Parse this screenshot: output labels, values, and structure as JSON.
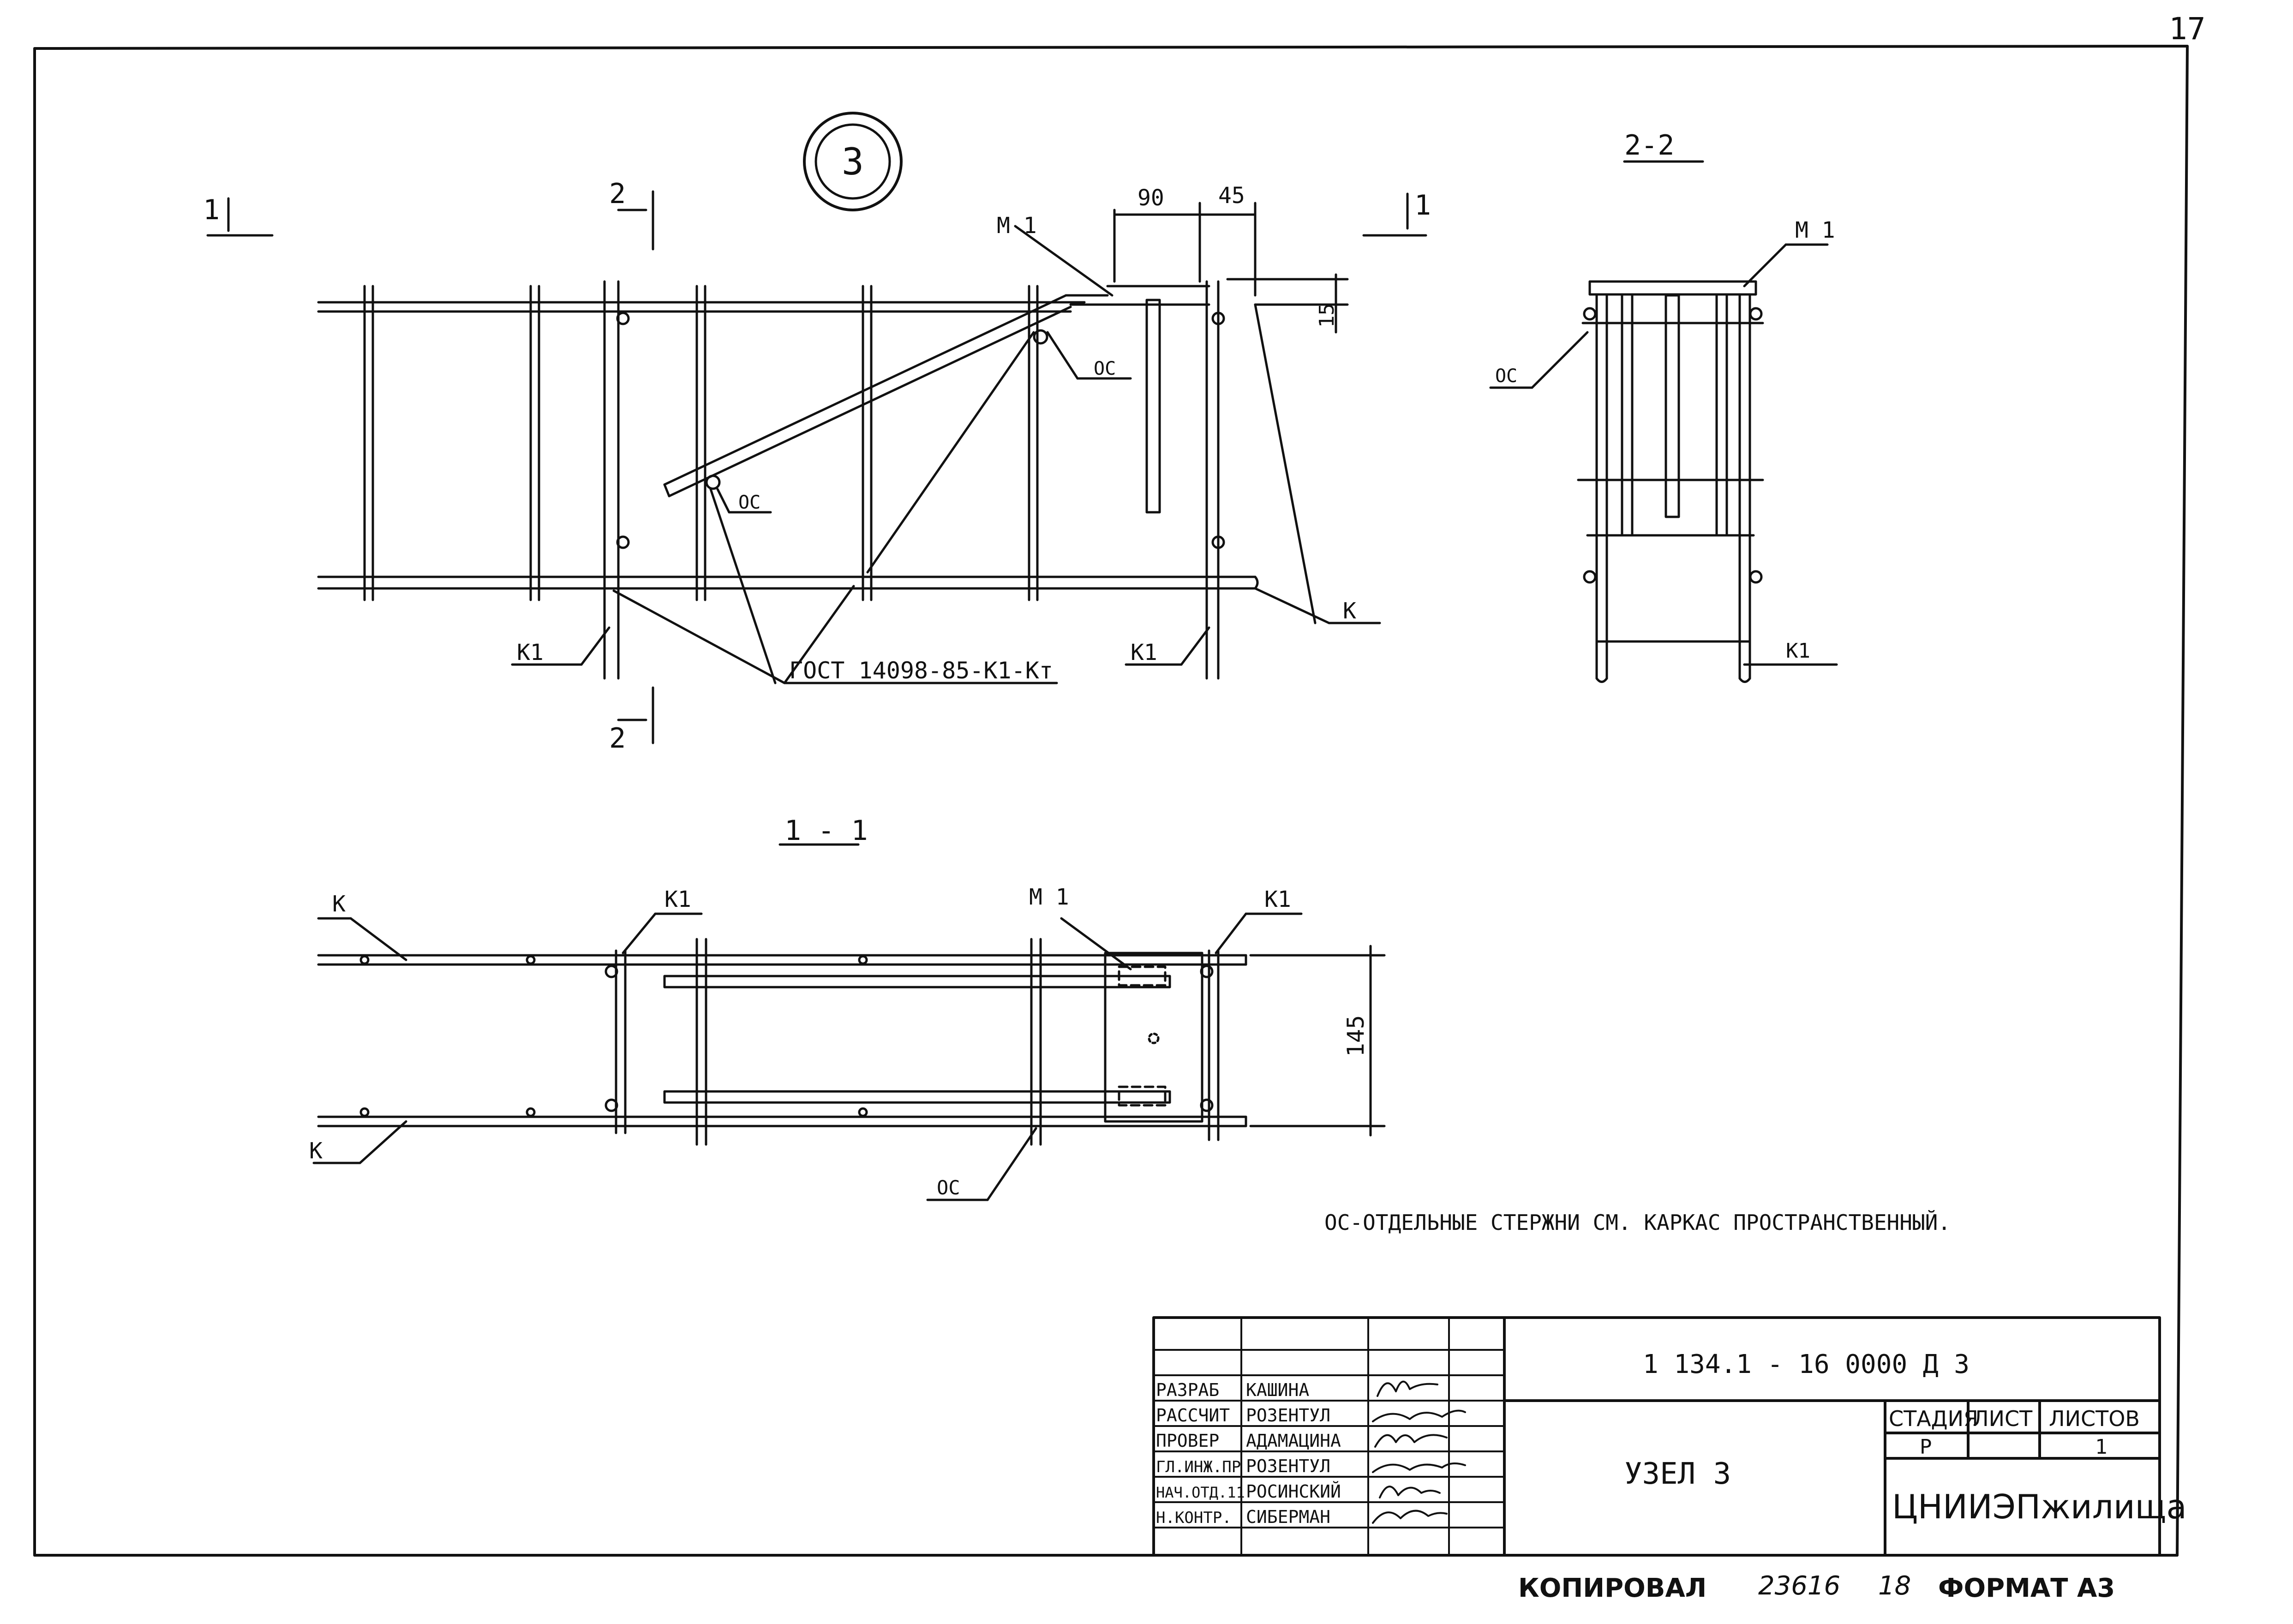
{
  "sheet": {
    "page_number": "17",
    "node_number": "3",
    "document_code": "1 134.1 - 16 0000 Д 3",
    "title": "УЗЕЛ 3",
    "organization": "ЦНИИЭПжилища",
    "stage_header": "СТАДИЯ",
    "sheet_header": "ЛИСТ",
    "sheets_header": "ЛИСТОВ",
    "stage_value": "Р",
    "sheets_value": "1",
    "copied": "КОПИРОВАЛ",
    "copy_number": "23616",
    "copy_sheet": "18",
    "format": "ФОРМАТ А3"
  },
  "signatures": [
    {
      "role": "РАЗРАБ",
      "name": "КАШИНА"
    },
    {
      "role": "РАССЧИТ",
      "name": "РОЗЕНТУЛ"
    },
    {
      "role": "ПРОВЕР",
      "name": "АДАМАЦИНА"
    },
    {
      "role": "ГЛ.ИНЖ.ПР",
      "name": "РОЗЕНТУЛ"
    },
    {
      "role": "НАЧ.ОТД.11",
      "name": "РОСИНСКИЙ"
    },
    {
      "role": "Н.КОНТР.",
      "name": "СИБЕРМАН"
    }
  ],
  "labels": {
    "section_1_1": "1 - 1",
    "section_2_2": "2-2",
    "cut_1": "1",
    "cut_2": "2",
    "m1": "М 1",
    "os": "ОС",
    "k": "К",
    "k1": "К1",
    "gost": "ГОСТ 14098-85-К1-Кт",
    "dim_90": "90",
    "dim_45": "45",
    "dim_15": "15",
    "dim_145": "145",
    "note": "ОС-ОТДЕЛЬНЫЕ СТЕРЖНИ СМ. КАРКАС ПРОСТРАНСТВЕННЫЙ."
  }
}
